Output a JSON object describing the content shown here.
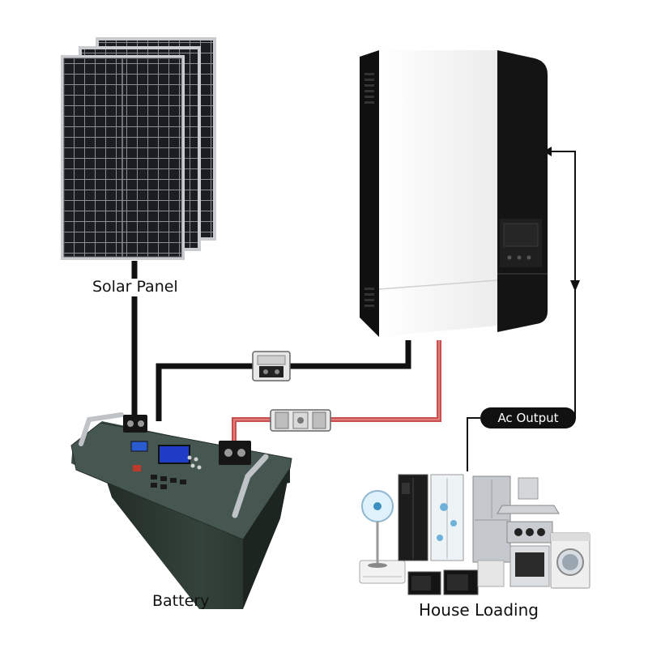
{
  "labels": {
    "solar_panel": "Solar Panel",
    "battery": "Battery",
    "ac_output": "Ac Output",
    "house_loading": "House Loading"
  },
  "colors": {
    "negative_wire": "#111111",
    "positive_wire": "#c8504f",
    "panel_cell": "#1b1d22",
    "panel_frame": "#c9cbcf",
    "inverter_white": "#f6f6f6",
    "inverter_black": "#141414",
    "battery_body": "#2e3b34"
  },
  "icons": {
    "breaker_negative": "circuit-breaker-icon",
    "breaker_positive": "circuit-breaker-icon",
    "appliances": [
      "fan-icon",
      "fridge-icon",
      "freezer-icon",
      "range-hood-icon",
      "stove-icon",
      "washing-machine-icon",
      "microwave-icon",
      "air-conditioner-icon"
    ]
  }
}
